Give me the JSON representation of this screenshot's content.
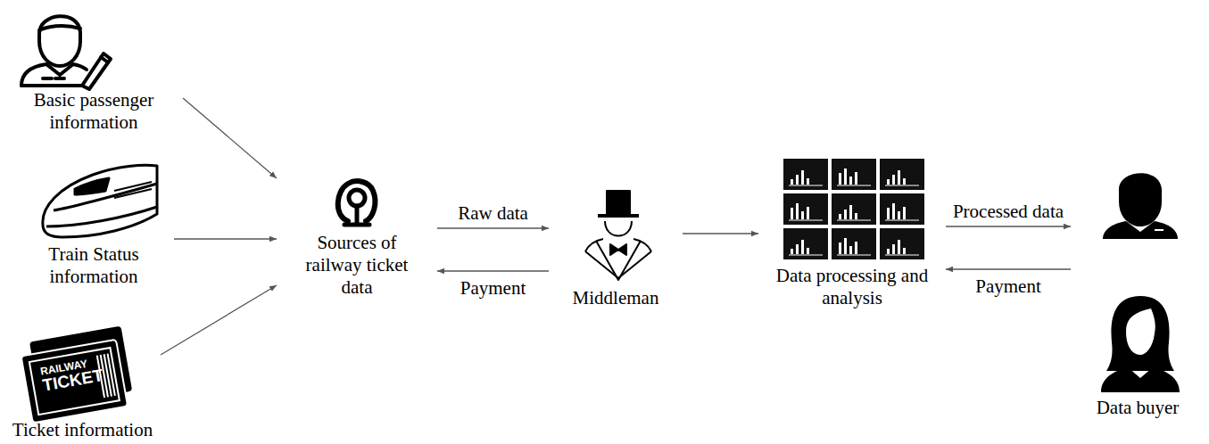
{
  "diagram": {
    "nodes": [
      {
        "text": [
          "Basic passenger information"
        ]
      },
      {
        "text": [
          "Train Status information"
        ]
      },
      {
        "text": [
          "Ticket information"
        ]
      },
      {
        "text": [
          "Sources of railway ticket data"
        ]
      },
      {
        "text": [
          "Middleman"
        ]
      },
      {
        "text": [
          "Data processing and analysis"
        ]
      },
      {
        "text": [
          "Data buyer"
        ]
      }
    ],
    "edges": [
      {
        "from": 0,
        "to": 3,
        "arrow": "to"
      },
      {
        "from": 1,
        "to": 3,
        "arrow": "to"
      },
      {
        "from": 2,
        "to": 3,
        "arrow": "to"
      },
      {
        "from": 3,
        "to": 4,
        "label": "Raw data",
        "arrow": "to"
      },
      {
        "from": 4,
        "to": 3,
        "label": "Payment",
        "arrow": "to"
      },
      {
        "from": 4,
        "to": 5,
        "arrow": "to"
      },
      {
        "from": 5,
        "to": 6,
        "label": "Processed data",
        "arrow": "to"
      },
      {
        "from": 6,
        "to": 5,
        "label": "Payment",
        "arrow": "to"
      }
    ],
    "labels": [
      "RAILWAY",
      "TICKET"
    ]
  }
}
